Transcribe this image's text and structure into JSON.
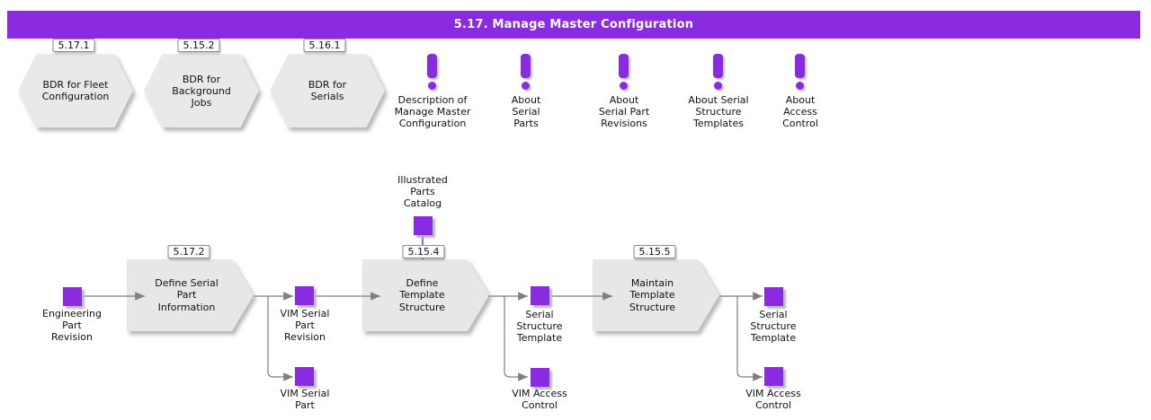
{
  "colors": {
    "banner_purple": "#8A2BE2",
    "entity_purple": "#8A2BE2",
    "shape_gray": "#E8E8E8",
    "connector_gray": "#7F7F7F"
  },
  "icons": {
    "note": "exclamation-icon",
    "artifact": "entity-square-icon"
  },
  "banner": {
    "title": "5.17. Manage Master Configuration"
  },
  "bdr_hexagons": [
    {
      "badge": "5.17.1",
      "label": "BDR for Fleet\nConfiguration"
    },
    {
      "badge": "5.15.2",
      "label": "BDR for\nBackground\nJobs"
    },
    {
      "badge": "5.16.1",
      "label": "BDR for\nSerials"
    }
  ],
  "help_notes": [
    {
      "label": "Description of\nManage Master\nConfiguration"
    },
    {
      "label": "About\nSerial\nParts"
    },
    {
      "label": "About\nSerial Part\nRevisions"
    },
    {
      "label": "About Serial\nStructure\nTemplates"
    },
    {
      "label": "About\nAccess\nControl"
    }
  ],
  "process_steps": [
    {
      "badge": "5.17.2",
      "label": "Define Serial\nPart\nInformation"
    },
    {
      "badge": "5.15.4",
      "label": "Define\nTemplate\nStructure"
    },
    {
      "badge": "5.15.5",
      "label": "Maintain\nTemplate\nStructure"
    }
  ],
  "artifacts": [
    {
      "label": "Engineering\nPart\nRevision"
    },
    {
      "label": "VIM Serial\nPart\nRevision"
    },
    {
      "label": "VIM Serial\nPart"
    },
    {
      "label": "Illustrated\nParts\nCatalog"
    },
    {
      "label": "Serial\nStructure\nTemplate"
    },
    {
      "label": "VIM Access\nControl"
    },
    {
      "label": "Serial\nStructure\nTemplate"
    },
    {
      "label": "VIM Access\nControl"
    }
  ]
}
